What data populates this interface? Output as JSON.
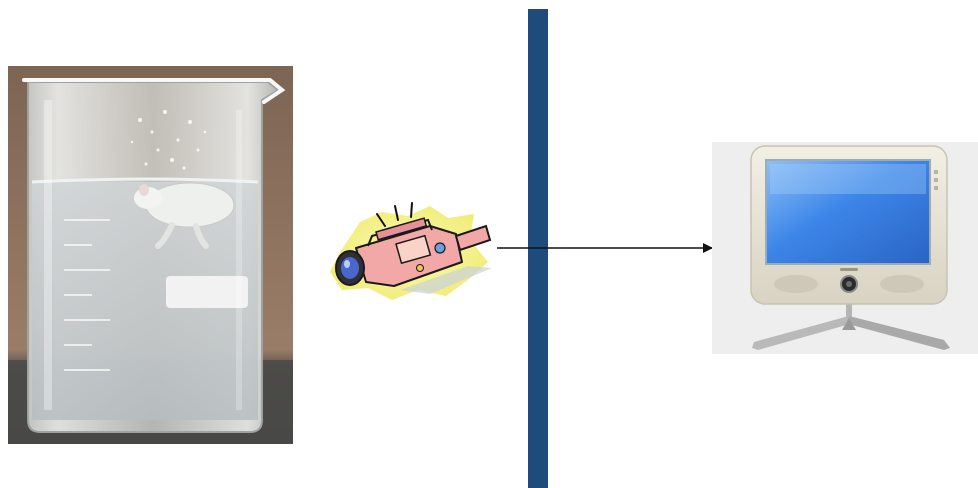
{
  "scene": {
    "background": "#ffffff",
    "beaker": {
      "icon": "beaker-with-swimming-mouse-photo",
      "tones": {
        "backdrop": "#8a6a55",
        "glass": "#d8dad8",
        "water": "#c9ced0",
        "mouse": "#eef0ee",
        "bench": "#4a4a48"
      }
    },
    "camera": {
      "icon": "video-camera-clipart",
      "tones": {
        "burst": "#f6f38a",
        "body": "#f3a8a8",
        "outline": "#1a1a1a",
        "lens": "#4a68c8"
      }
    },
    "divider": {
      "icon": "wall-divider",
      "color": "#1f4a7c"
    },
    "connector": {
      "icon": "arrow-right",
      "color": "#111111"
    },
    "monitor": {
      "icon": "computer-monitor",
      "tones": {
        "panel": "#eeeeee",
        "bezel": "#e4e0d2",
        "screen": "#3c86e8",
        "screen_highlight": "#8ec0f8",
        "stand": "#b8b8b8"
      }
    }
  }
}
